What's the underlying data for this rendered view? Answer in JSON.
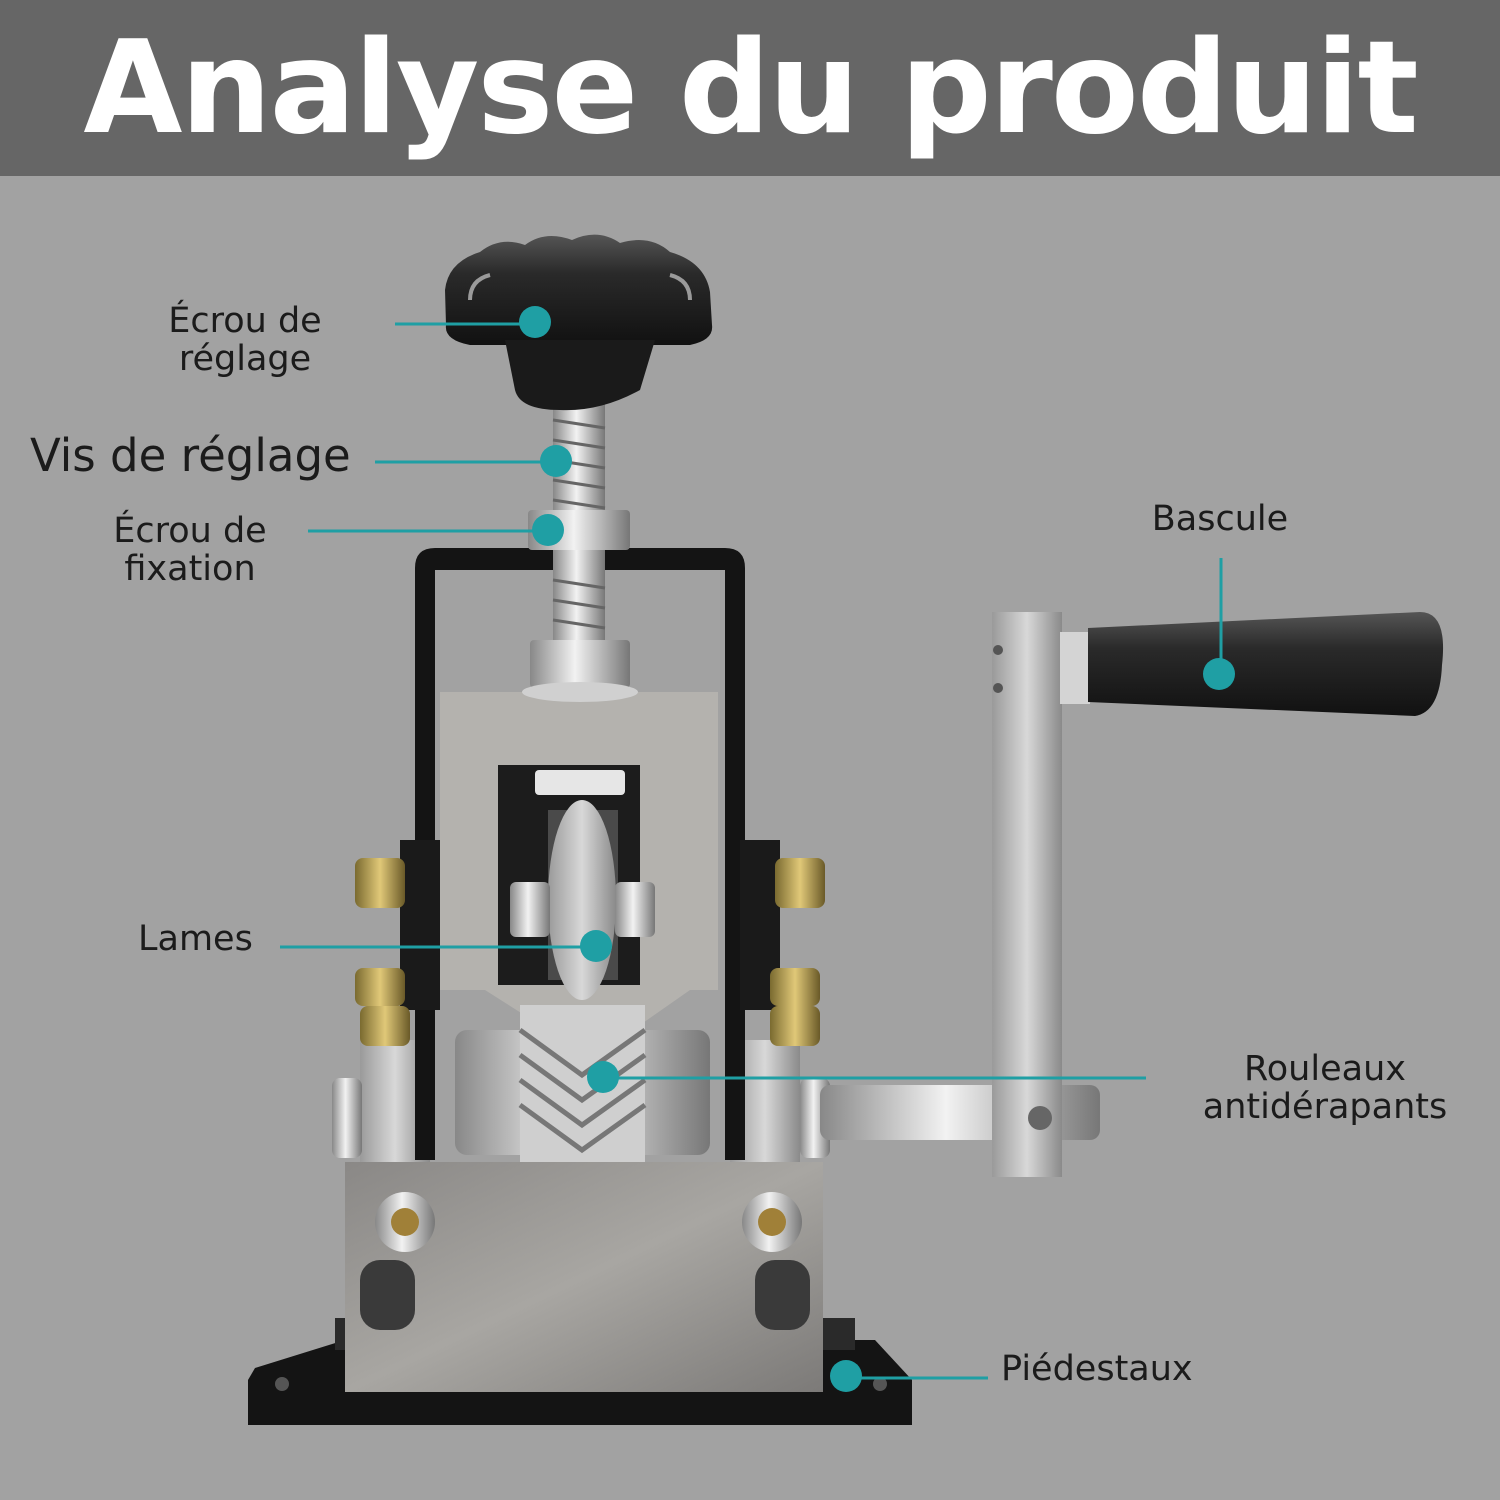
{
  "header": {
    "title": "Analyse du produit"
  },
  "colors": {
    "accent": "#1f9fa4",
    "header_bg": "#666666",
    "background": "#a2a2a2",
    "text": "#1b1b1b"
  },
  "labels": {
    "ecrou_reglage": "Écrou de\nréglage",
    "vis_reglage": "Vis de réglage",
    "ecrou_fixation": "Écrou de\nfixation",
    "bascule": "Bascule",
    "lames": "Lames",
    "rouleaux": "Rouleaux\nantidérapants",
    "piedestaux": "Piédestaux"
  }
}
